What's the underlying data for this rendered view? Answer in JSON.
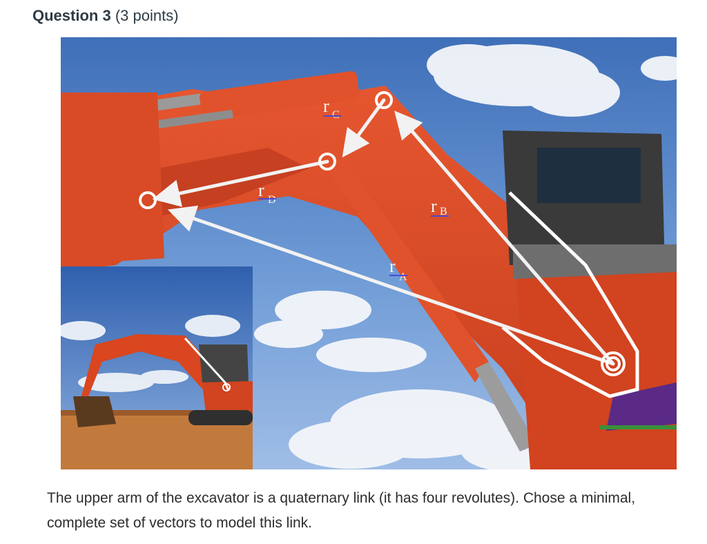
{
  "question": {
    "title": "Question 3",
    "points": "(3 points)"
  },
  "figure": {
    "vector_labels": [
      "r",
      "C",
      "r",
      "D",
      "r",
      "B",
      "r",
      "A"
    ]
  },
  "body_text": "The upper arm of the excavator is a quaternary link (it has four revolutes). Chose a minimal, complete set of vectors to model this link."
}
